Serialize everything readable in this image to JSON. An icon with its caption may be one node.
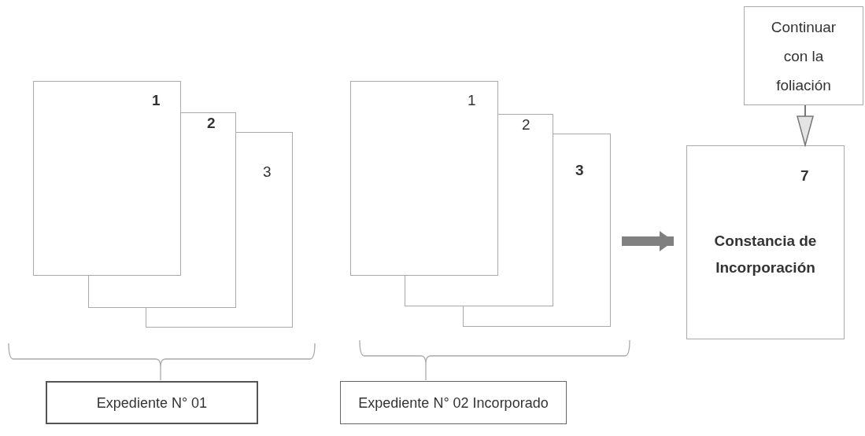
{
  "diagram": {
    "nodes": [
      {
        "text": [
          "1"
        ]
      },
      {
        "text": [
          "2"
        ]
      },
      {
        "text": [
          "3"
        ]
      },
      {
        "text": [
          "1"
        ]
      },
      {
        "text": [
          "2"
        ]
      },
      {
        "text": [
          "3"
        ]
      },
      {
        "text": [
          "7",
          "Constancia de Incorporación"
        ]
      },
      {
        "text": [
          "Continuar con la foliación"
        ]
      },
      {
        "text": [
          "Expediente N° 01"
        ]
      },
      {
        "text": [
          "Expediente N° 02 Incorporado"
        ]
      }
    ],
    "edges": [
      {
        "from": 5,
        "to": 6,
        "arrow": "to",
        "style": "thick",
        "color": "#808080"
      },
      {
        "from": 7,
        "to": 6,
        "arrow": "to"
      }
    ]
  }
}
